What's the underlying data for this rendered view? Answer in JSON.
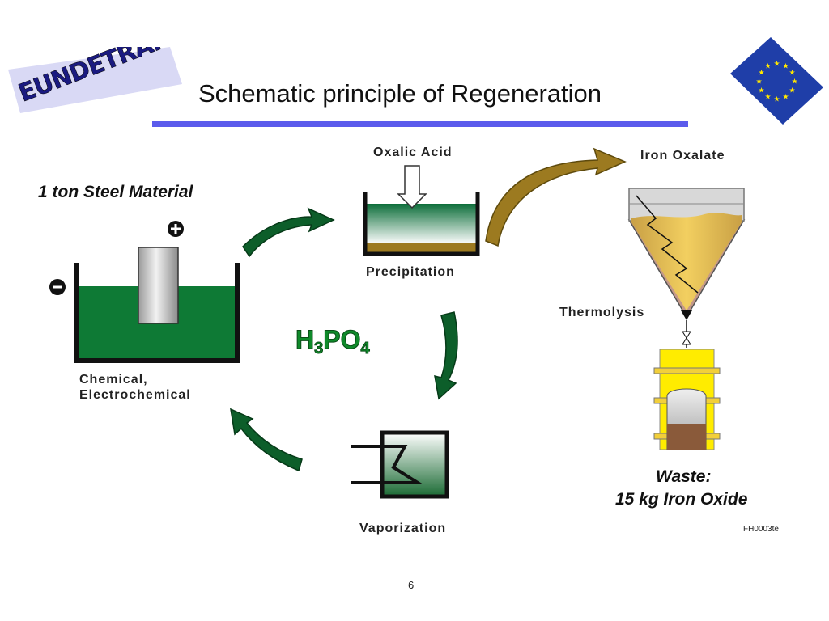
{
  "slide": {
    "title": "Schematic principle of Regeneration",
    "page_number": "6",
    "code": "FH0003te"
  },
  "logo": {
    "text": "EUNDETRAF"
  },
  "flag": {
    "icon": "eu-flag-icon"
  },
  "labels": {
    "steel_material": "1 ton Steel Material",
    "plus": "+",
    "minus": "−",
    "chemical": "Chemical,",
    "electrochemical": "Electrochemical",
    "oxalic_acid": "Oxalic Acid",
    "precipitation": "Precipitation",
    "iron_oxalate": "Iron Oxalate",
    "thermolysis": "Thermolysis",
    "h3po4_h": "H",
    "h3po4_3": "3",
    "h3po4_po": "PO",
    "h3po4_4": "4",
    "vaporization": "Vaporization",
    "waste_title": "Waste:",
    "waste_amount": "15 kg Iron Oxide"
  },
  "colors": {
    "accent_rule": "#5b5bec",
    "green_fill": "#0e7a35",
    "arrow_green": "#0d5e2a",
    "arrow_gold": "#9c7a20",
    "oxalate_gold": "#e2b43a",
    "h3po4": "#0f8a2a",
    "yellow": "#ffec00"
  }
}
